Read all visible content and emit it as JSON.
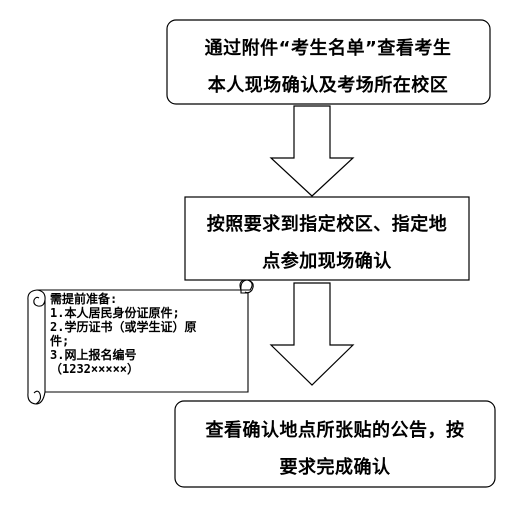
{
  "steps": [
    {
      "lines": [
        "通过附件“考生名单”查看考生",
        "本人现场确认及考场所在校区"
      ]
    },
    {
      "lines": [
        "按照要求到指定校区、指定地",
        "点参加现场确认"
      ]
    },
    {
      "lines": [
        "查看确认地点所张贴的公告，按",
        "要求完成确认"
      ]
    }
  ],
  "note": {
    "title": "需提前准备:",
    "items": [
      "1.本人居民身份证原件;",
      "2.学历证书（或学生证）原",
      "件;",
      "3.网上报名编号",
      "（1232×××××）"
    ]
  },
  "colors": {
    "stroke": "#000000",
    "fill": "#ffffff",
    "text": "#000000"
  }
}
